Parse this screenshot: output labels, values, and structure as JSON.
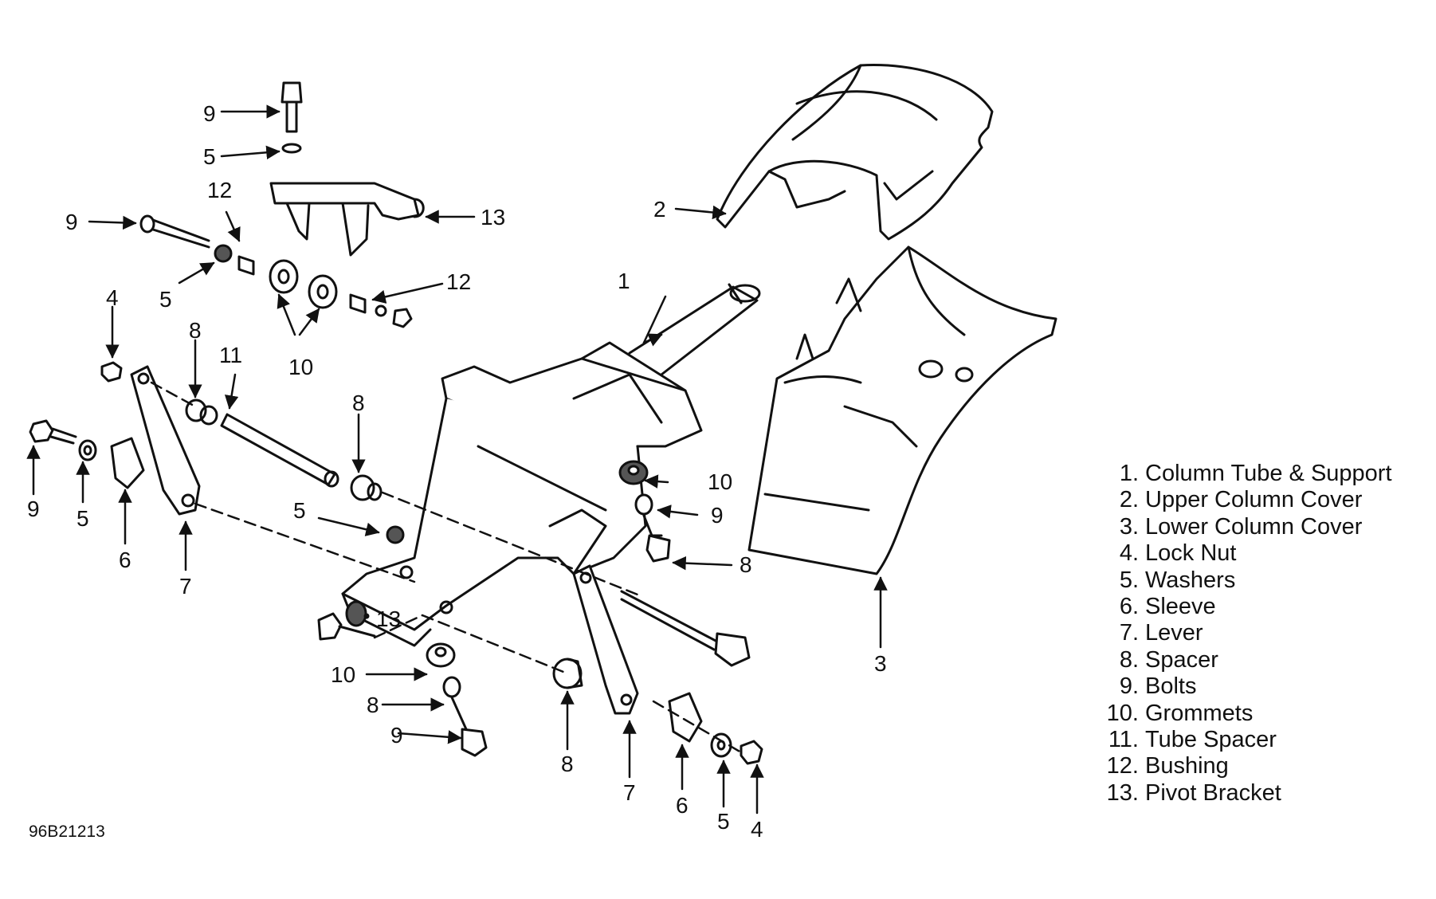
{
  "figure_id": "96B21213",
  "legend": [
    {
      "num": "1.",
      "label": "Column Tube & Support"
    },
    {
      "num": "2.",
      "label": "Upper Column Cover"
    },
    {
      "num": "3.",
      "label": "Lower Column Cover"
    },
    {
      "num": "4.",
      "label": "Lock Nut"
    },
    {
      "num": "5.",
      "label": "Washers"
    },
    {
      "num": "6.",
      "label": "Sleeve"
    },
    {
      "num": "7.",
      "label": "Lever"
    },
    {
      "num": "8.",
      "label": "Spacer"
    },
    {
      "num": "9.",
      "label": "Bolts"
    },
    {
      "num": "10.",
      "label": "Grommets"
    },
    {
      "num": "11.",
      "label": "Tube Spacer"
    },
    {
      "num": "12.",
      "label": "Bushing"
    },
    {
      "num": "13.",
      "label": "Pivot Bracket"
    }
  ],
  "callouts": {
    "n1": "1",
    "n2": "2",
    "n3": "3",
    "n4": "4",
    "n5": "5",
    "n6": "6",
    "n7": "7",
    "n8": "8",
    "n9": "9",
    "n10": "10",
    "n11": "11",
    "n12": "12",
    "n13": "13"
  }
}
